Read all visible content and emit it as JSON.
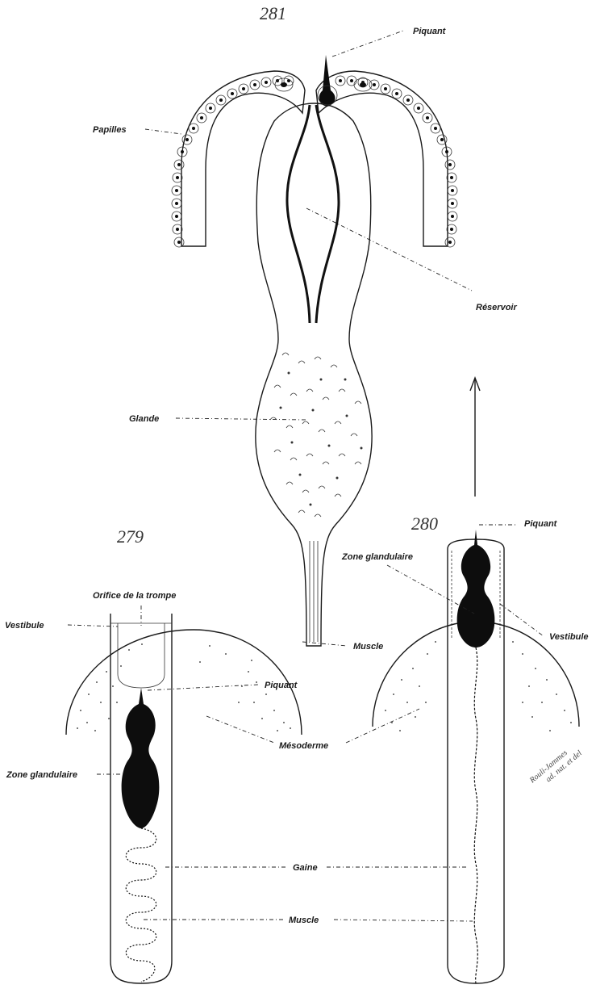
{
  "figures": {
    "fig281": {
      "number": "281",
      "labels": {
        "piquant": "Piquant",
        "papilles": "Papilles",
        "reservoir": "Réservoir",
        "glande": "Glande",
        "muscle": "Muscle"
      }
    },
    "fig279": {
      "number": "279",
      "labels": {
        "orifice": "Orifice de la trompe",
        "vestibule": "Vestibule",
        "piquant": "Piquant",
        "zone_glandulaire": "Zone glandulaire"
      }
    },
    "fig280": {
      "number": "280",
      "labels": {
        "piquant": "Piquant",
        "zone_glandulaire": "Zone glandulaire",
        "vestibule": "Vestibule"
      }
    },
    "shared": {
      "mesoderme": "Mésoderme",
      "gaine": "Gaine",
      "muscle": "Muscle"
    }
  },
  "signature": {
    "line1": "Rouli-Jammes",
    "line2": "ad. nat. et del"
  }
}
